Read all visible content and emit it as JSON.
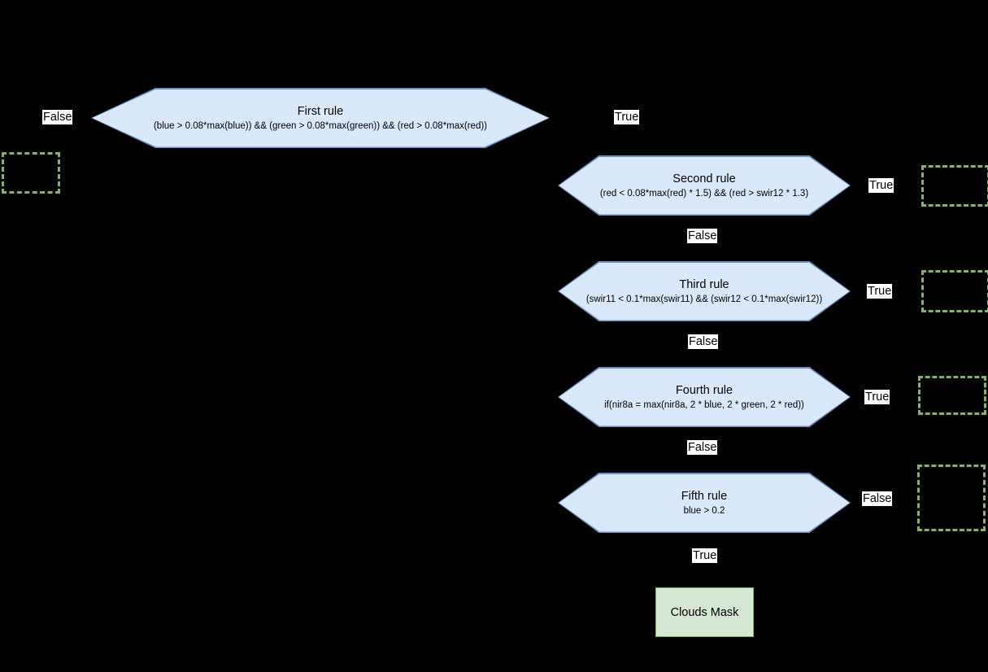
{
  "diagram": {
    "title": "Clouds Mask decision rules flowchart",
    "background_color": "#000000",
    "decision_fill": "#dae8fc",
    "decision_stroke": "#6c8ebf",
    "terminal_fill": "#d5e8d4",
    "terminal_stroke": "#82b366",
    "placeholder_stroke": "#82b366",
    "label_background": "#ffffff",
    "label_color": "#000000"
  },
  "nodes": {
    "rule1": {
      "title": "First rule",
      "expression": "(blue > 0.08*max(blue)) && (green > 0.08*max(green)) && (red > 0.08*max(red))"
    },
    "rule2": {
      "title": "Second rule",
      "expression": "(red < 0.08*max(red) * 1.5) && (red > swir12 * 1.3)"
    },
    "rule3": {
      "title": "Third rule",
      "expression": "(swir11 < 0.1*max(swir11) && (swir12 < 0.1*max(swir12))"
    },
    "rule4": {
      "title": "Fourth rule",
      "expression": "if(nir8a = max(nir8a, 2 * blue, 2 * green, 2 * red))"
    },
    "rule5": {
      "title": "Fifth rule",
      "expression": "blue > 0.2"
    },
    "clouds_mask": {
      "label": "Clouds Mask"
    }
  },
  "edge_labels": {
    "rule1_false": "False",
    "rule1_true": "True",
    "rule2_true": "True",
    "rule2_false": "False",
    "rule3_true": "True",
    "rule3_false": "False",
    "rule4_true": "True",
    "rule4_false": "False",
    "rule5_false": "False",
    "rule5_true": "True"
  }
}
